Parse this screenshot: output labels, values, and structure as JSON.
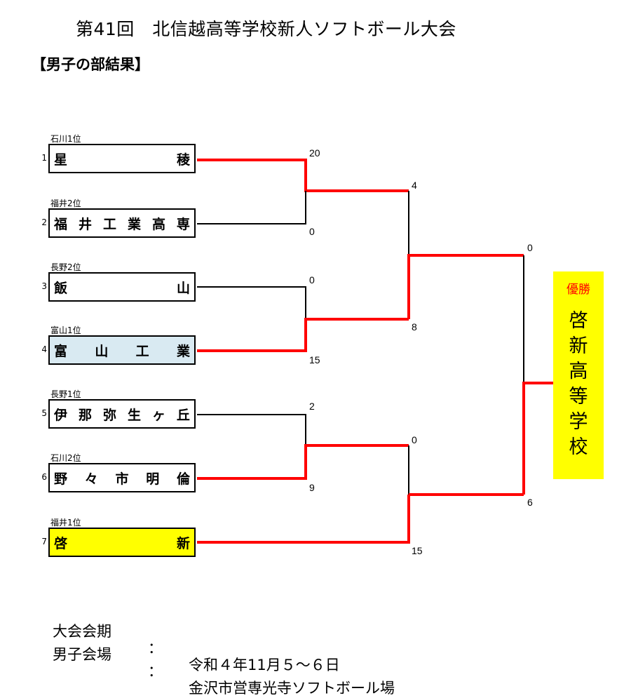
{
  "title": "第41回　北信越高等学校新人ソフトボール大会",
  "subtitle": "【男子の部結果】",
  "teams": [
    {
      "num": "1",
      "qual": "石川1位",
      "chars": [
        "星",
        "稜"
      ],
      "bg": "#ffffff"
    },
    {
      "num": "2",
      "qual": "福井2位",
      "chars": [
        "福",
        "井",
        "工",
        "業",
        "高",
        "専"
      ],
      "bg": "#ffffff"
    },
    {
      "num": "3",
      "qual": "長野2位",
      "chars": [
        "飯",
        "山"
      ],
      "bg": "#ffffff"
    },
    {
      "num": "4",
      "qual": "富山1位",
      "chars": [
        "富",
        "山",
        "工",
        "業"
      ],
      "bg": "#d9eaf2"
    },
    {
      "num": "5",
      "qual": "長野1位",
      "chars": [
        "伊",
        "那",
        "弥",
        "生",
        "ヶ",
        "丘"
      ],
      "bg": "#ffffff"
    },
    {
      "num": "6",
      "qual": "石川2位",
      "chars": [
        "野",
        "々",
        "市",
        "明",
        "倫"
      ],
      "bg": "#ffffff"
    },
    {
      "num": "7",
      "qual": "福井1位",
      "chars": [
        "啓",
        "新"
      ],
      "bg": "#ffff00"
    }
  ],
  "scores": {
    "r1_m1_top": "20",
    "r1_m1_bottom": "0",
    "r1_m2_top": "0",
    "r1_m2_bottom": "15",
    "r1_m3_top": "2",
    "r1_m3_bottom": "9",
    "semi_1_top": "4",
    "semi_1_bottom": "8",
    "semi_2_top": "0",
    "semi_2_bottom": "15",
    "final_top": "0",
    "final_bottom": "6"
  },
  "winner": {
    "label": "優勝",
    "name_chars": [
      "啓",
      "新",
      "高",
      "等",
      "学",
      "校"
    ]
  },
  "footer": {
    "period_label": "大会会期",
    "colon": "：",
    "period_value": "令和４年11月５～６日",
    "venue_label": "男子会場",
    "venue_value": "金沢市営専光寺ソフトボール場"
  },
  "colors": {
    "win_line": "#ff0000",
    "lose_line": "#000000",
    "champion_bg": "#ffff00",
    "champion_label": "#ff0000",
    "team4_bg": "#d9eaf2",
    "team7_bg": "#ffff00"
  }
}
